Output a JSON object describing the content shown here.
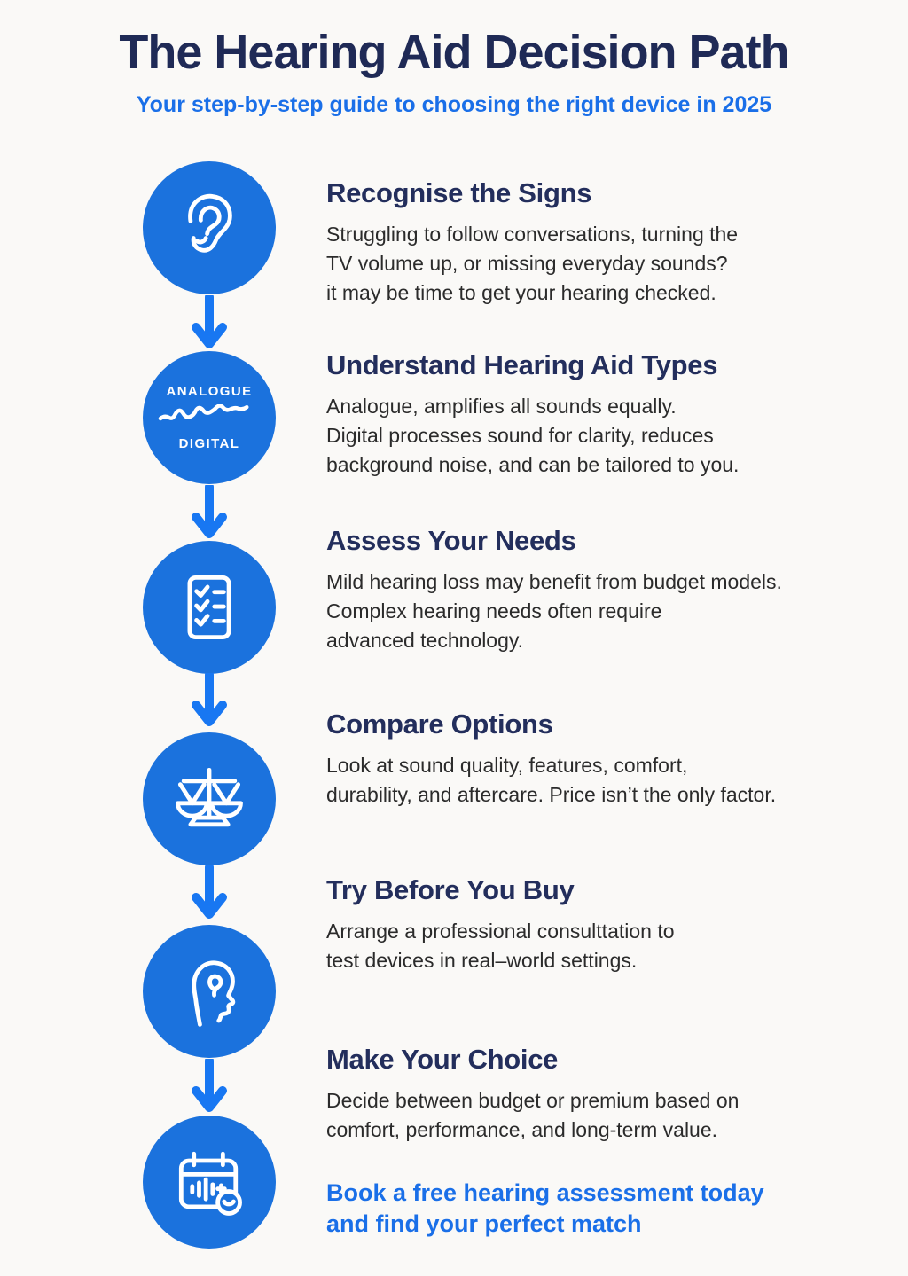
{
  "page": {
    "title": "The Hearing Aid Decision Path",
    "subtitle": "Your step-by-step guide to choosing the right device in 2025"
  },
  "colors": {
    "circle_blue": "#1b72dd",
    "arrow_blue": "#1877f2",
    "heading_navy": "#1f2a56",
    "step_title_navy": "#232e5c",
    "subtitle_blue": "#1a6fe8",
    "body_text": "#2b2b2b",
    "background": "#faf9f7",
    "icon_stroke": "#ffffff"
  },
  "steps": [
    {
      "icon": "ear-icon",
      "title": "Recognise the Signs",
      "body": "Struggling to follow conversations, turning the\nTV volume up, or missing everyday sounds?\nit may be time to get your hearing checked."
    },
    {
      "icon": "analogue-digital-wave-icon",
      "icon_labels": {
        "top": "ANALOGUE",
        "bottom": "DIGITAL"
      },
      "title": "Understand Hearing Aid Types",
      "body": "Analogue, amplifies all sounds equally.\nDigital  processes sound for clarity, reduces\nbackground noise, and can be tailored to you."
    },
    {
      "icon": "checklist-icon",
      "title": "Assess Your Needs",
      "body": "Mild hearing loss may benefit from budget models.\nComplex hearing needs often require\nadvanced technology."
    },
    {
      "icon": "balance-scale-icon",
      "title": "Compare Options",
      "body": "Look at sound quality, features, comfort,\ndurability, and aftercare. Price isn’t the only factor."
    },
    {
      "icon": "head-profile-icon",
      "title": "Try Before You Buy",
      "body": "Arrange a professional consulttation to\ntest devices in real–world settings."
    },
    {
      "icon": "calendar-booking-icon",
      "title": "Make Your Choice",
      "body": "Decide between budget or premium based on\ncomfort, performance, and long-term value."
    }
  ],
  "cta": {
    "text": "Book a free hearing assessment today\nand find your perfect match"
  }
}
